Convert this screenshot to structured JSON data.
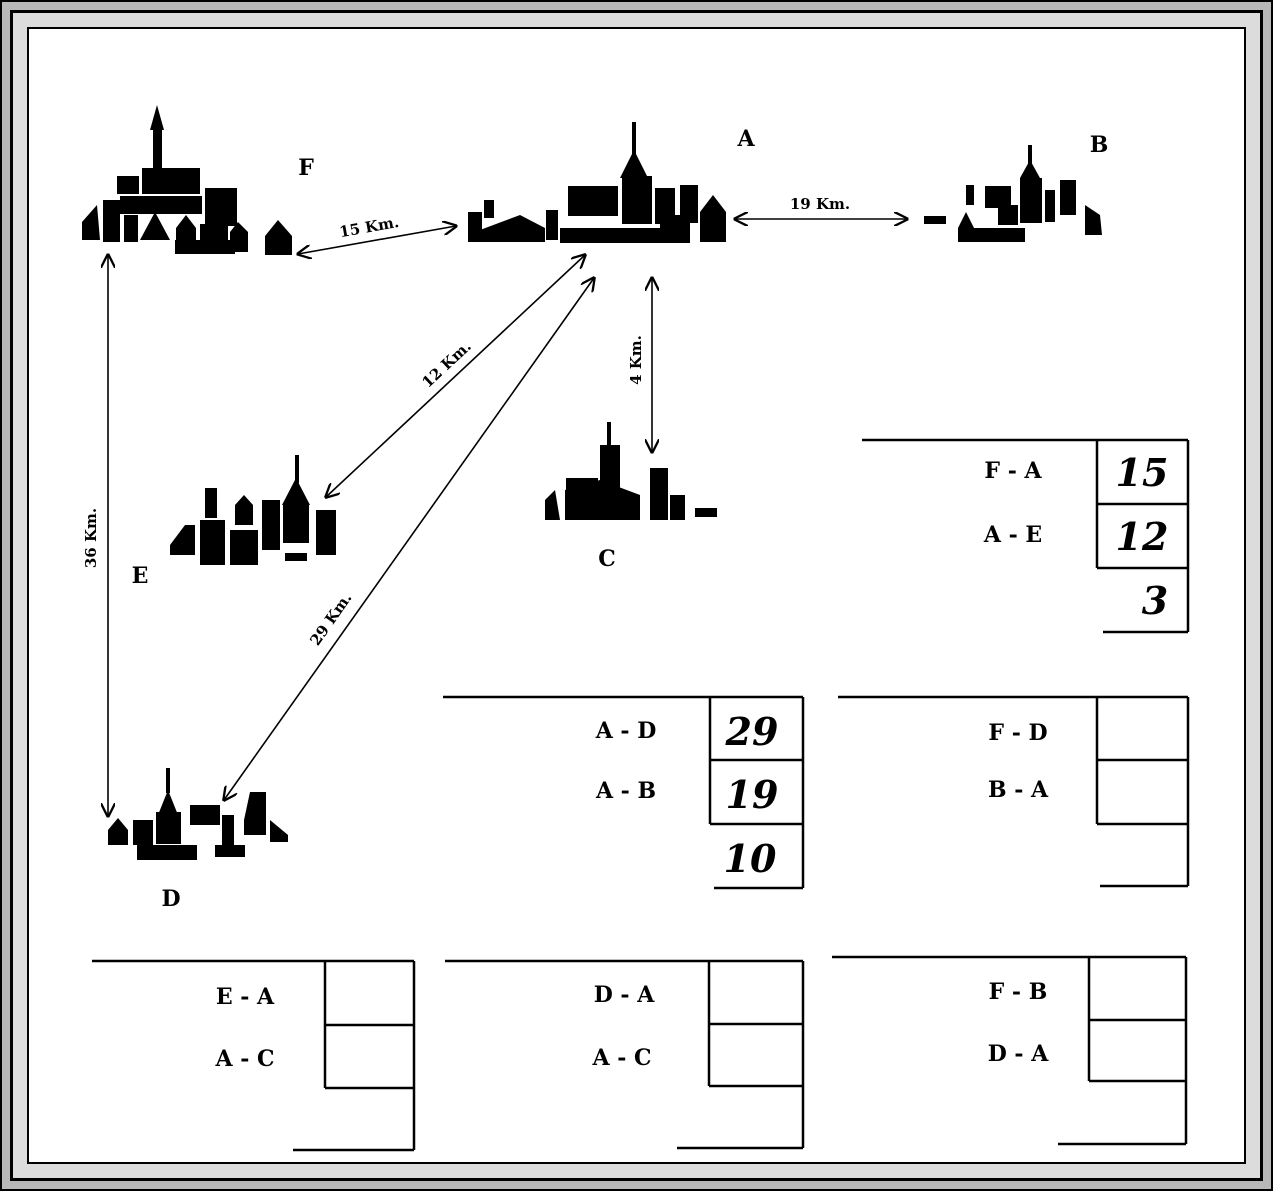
{
  "towns": {
    "F": "F",
    "A": "A",
    "B": "B",
    "C": "C",
    "E": "E",
    "D": "D"
  },
  "distances": {
    "F_A": "15 Km.",
    "A_B": "19 Km.",
    "A_C": "4 Km.",
    "A_E": "12 Km.",
    "A_D": "29 Km.",
    "F_D": "36 Km."
  },
  "exercises": [
    {
      "rows": [
        "F - A",
        "A - E"
      ],
      "values": [
        "15",
        "12"
      ],
      "result": "3"
    },
    {
      "rows": [
        "A - D",
        "A - B"
      ],
      "values": [
        "29",
        "19"
      ],
      "result": "10"
    },
    {
      "rows": [
        "F - D",
        "B - A"
      ],
      "values": [
        "",
        ""
      ],
      "result": ""
    },
    {
      "rows": [
        "E - A",
        "A - C"
      ],
      "values": [
        "",
        ""
      ],
      "result": ""
    },
    {
      "rows": [
        "D - A",
        "A - C"
      ],
      "values": [
        "",
        ""
      ],
      "result": ""
    },
    {
      "rows": [
        "F - B",
        "D - A"
      ],
      "values": [
        "",
        ""
      ],
      "result": ""
    }
  ]
}
